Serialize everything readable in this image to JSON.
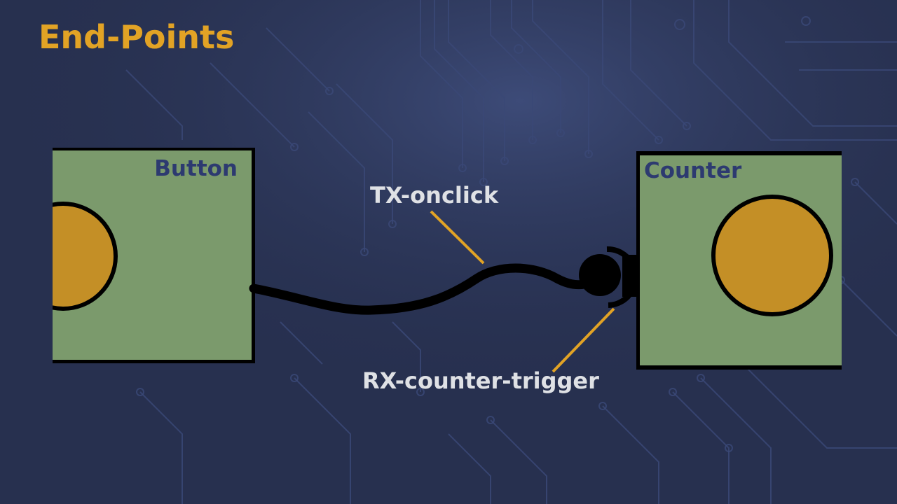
{
  "slide": {
    "title": "End-Points"
  },
  "endpoints": {
    "button": {
      "label": "Button"
    },
    "counter": {
      "label": "Counter"
    }
  },
  "annotations": {
    "tx": "TX-onclick",
    "rx": "RX-counter-trigger"
  },
  "colors": {
    "background": "#27304f",
    "title": "#e2a325",
    "box_fill": "#7b9a6c",
    "box_label": "#2d3a70",
    "circle_fill": "#c48f26",
    "annotation_text": "#dfe1e5",
    "leader_line": "#e2a325",
    "wire": "#000000"
  }
}
